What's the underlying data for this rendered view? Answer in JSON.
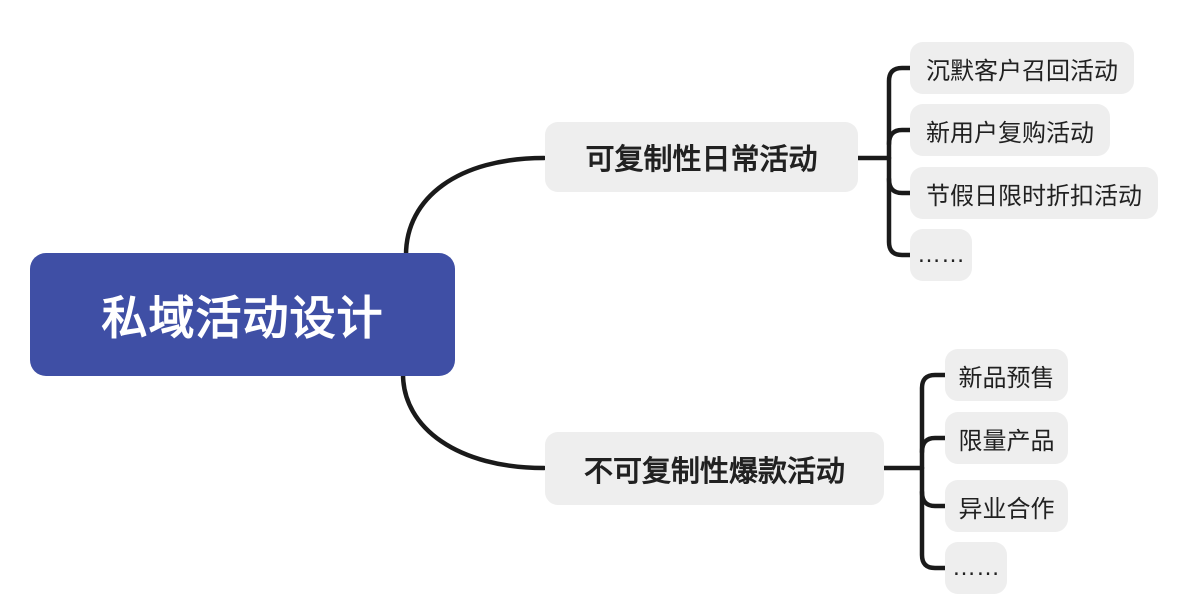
{
  "style": {
    "root_bg": "#3f4fa5",
    "root_text": "#ffffff",
    "node_bg": "#eeeeee",
    "node_text": "#212121",
    "line_color": "#1a1a1a",
    "canvas_bg": "#ffffff"
  },
  "mindmap": {
    "root": {
      "label": "私域活动设计"
    },
    "branches": [
      {
        "label": "可复制性日常活动",
        "children": [
          {
            "label": "沉默客户召回活动"
          },
          {
            "label": "新用户复购活动"
          },
          {
            "label": "节假日限时折扣活动"
          },
          {
            "label": "……"
          }
        ]
      },
      {
        "label": "不可复制性爆款活动",
        "children": [
          {
            "label": "新品预售"
          },
          {
            "label": "限量产品"
          },
          {
            "label": "异业合作"
          },
          {
            "label": "……"
          }
        ]
      }
    ]
  }
}
